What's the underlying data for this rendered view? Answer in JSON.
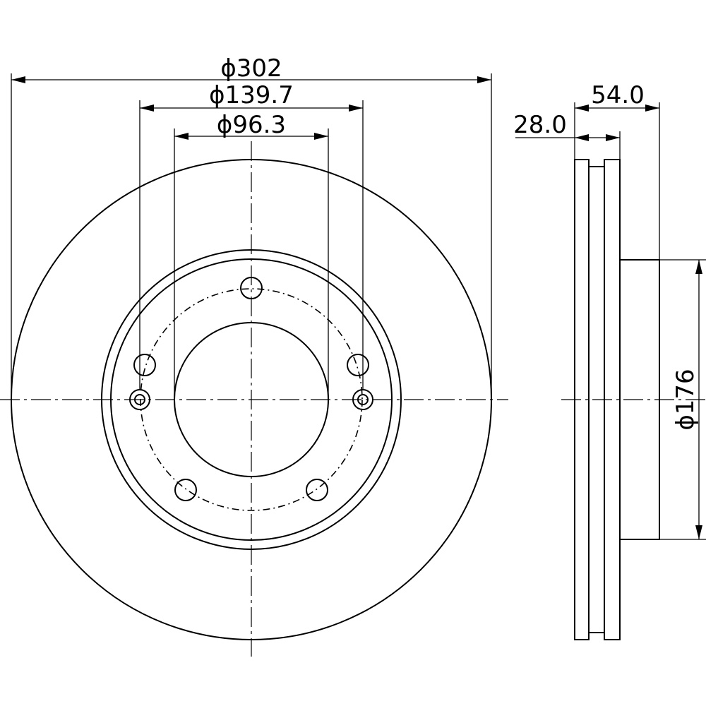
{
  "dimensions": {
    "outer_diameter": "ϕ302",
    "bolt_circle_diameter": "ϕ139.7",
    "center_bore_diameter": "ϕ96.3",
    "total_height": "54.0",
    "disc_thickness": "28.0",
    "hat_diameter": "ϕ176"
  },
  "colors": {
    "line": "#000000",
    "background": "#ffffff"
  },
  "icons": {
    "front_view": "brake-disc-front-view",
    "side_view": "brake-disc-side-profile"
  }
}
